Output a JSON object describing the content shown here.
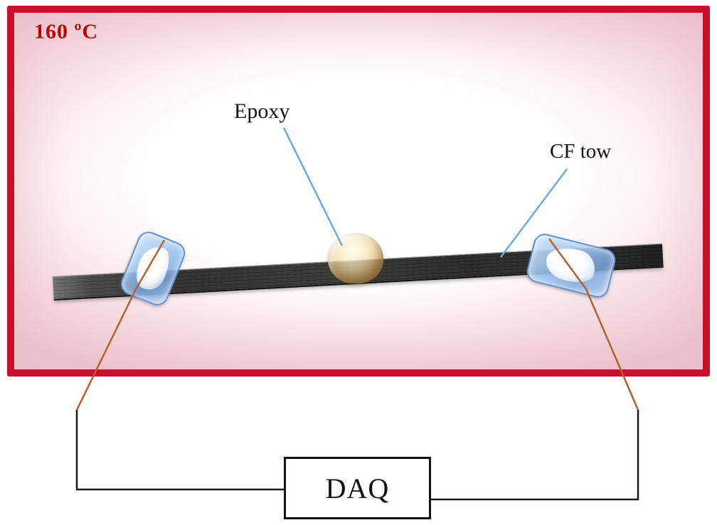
{
  "oven": {
    "temperature_label": "160 ºC"
  },
  "labels": {
    "epoxy": "Epoxy",
    "cf_tow": "CF tow"
  },
  "daq": {
    "label": "DAQ"
  },
  "colors": {
    "oven_border": "#c8102e",
    "temperature_text": "#c00000",
    "leader_line": "#6fa8dc",
    "wire_copper": "#b4622d",
    "wire_black": "#1a1a1a"
  }
}
